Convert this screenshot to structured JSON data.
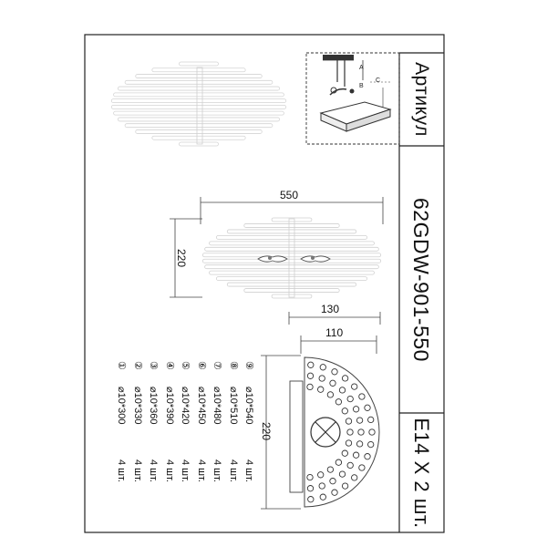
{
  "title_block": {
    "label": "Артикул",
    "article": "62GDW-901-550",
    "lamp": "E14  X 2 шт."
  },
  "install_letters": [
    "A",
    "B",
    "C"
  ],
  "dimensions": {
    "width": "550",
    "height": "220",
    "depth": "130",
    "base": "110",
    "length_plan": "220"
  },
  "rods": [
    {
      "num": "①",
      "size": "⌀10*300",
      "qty": "4 шт."
    },
    {
      "num": "②",
      "size": "⌀10*330",
      "qty": "4 шт."
    },
    {
      "num": "③",
      "size": "⌀10*360",
      "qty": "4 шт."
    },
    {
      "num": "④",
      "size": "⌀10*390",
      "qty": "4 шт."
    },
    {
      "num": "⑤",
      "size": "⌀10*420",
      "qty": "4 шт."
    },
    {
      "num": "⑥",
      "size": "⌀10*450",
      "qty": "4 шт."
    },
    {
      "num": "⑦",
      "size": "⌀10*480",
      "qty": "4 шт."
    },
    {
      "num": "⑧",
      "size": "⌀10*510",
      "qty": "4 шт."
    },
    {
      "num": "⑨",
      "size": "⌀10*540",
      "qty": "4 шт."
    }
  ]
}
